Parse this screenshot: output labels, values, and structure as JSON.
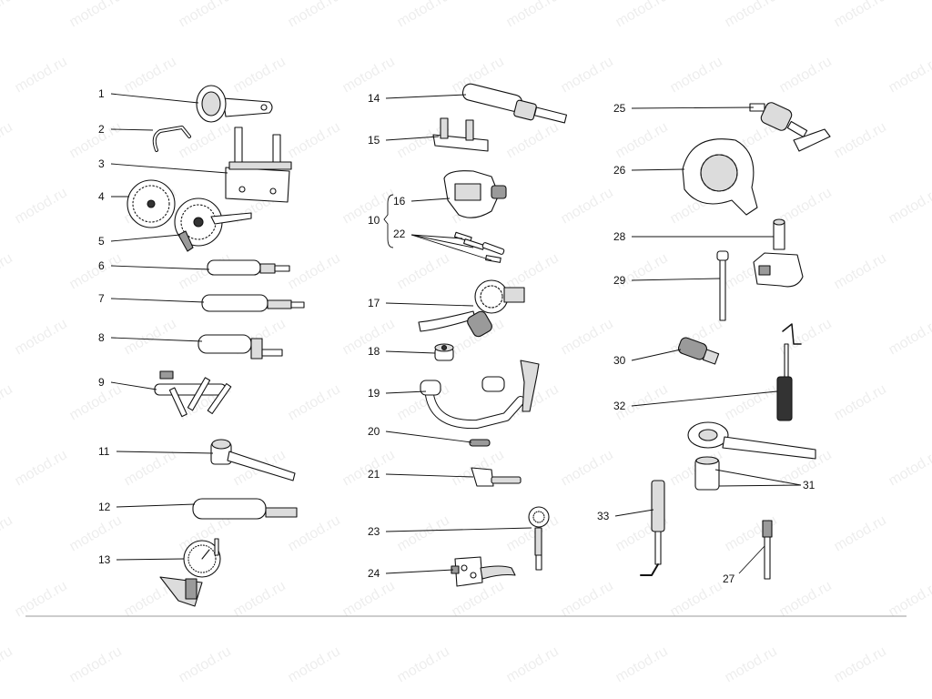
{
  "watermark": {
    "text": "motod.ru"
  },
  "callouts": [
    {
      "id": "c1",
      "text": "1"
    },
    {
      "id": "c2",
      "text": "2"
    },
    {
      "id": "c3",
      "text": "3"
    },
    {
      "id": "c4",
      "text": "4"
    },
    {
      "id": "c5",
      "text": "5"
    },
    {
      "id": "c6",
      "text": "6"
    },
    {
      "id": "c7",
      "text": "7"
    },
    {
      "id": "c8",
      "text": "8"
    },
    {
      "id": "c9",
      "text": "9"
    },
    {
      "id": "c11",
      "text": "11"
    },
    {
      "id": "c12",
      "text": "12"
    },
    {
      "id": "c13",
      "text": "13"
    },
    {
      "id": "c14",
      "text": "14"
    },
    {
      "id": "c15",
      "text": "15"
    },
    {
      "id": "c16",
      "text": "16"
    },
    {
      "id": "c10",
      "text": "10"
    },
    {
      "id": "c22",
      "text": "22"
    },
    {
      "id": "c17",
      "text": "17"
    },
    {
      "id": "c18",
      "text": "18"
    },
    {
      "id": "c19",
      "text": "19"
    },
    {
      "id": "c20",
      "text": "20"
    },
    {
      "id": "c21",
      "text": "21"
    },
    {
      "id": "c23",
      "text": "23"
    },
    {
      "id": "c24",
      "text": "24"
    },
    {
      "id": "c25",
      "text": "25"
    },
    {
      "id": "c26",
      "text": "26"
    },
    {
      "id": "c28",
      "text": "28"
    },
    {
      "id": "c29",
      "text": "29"
    },
    {
      "id": "c30",
      "text": "30"
    },
    {
      "id": "c32",
      "text": "32"
    },
    {
      "id": "c31",
      "text": "31"
    },
    {
      "id": "c33",
      "text": "33"
    },
    {
      "id": "c27",
      "text": "27"
    }
  ]
}
